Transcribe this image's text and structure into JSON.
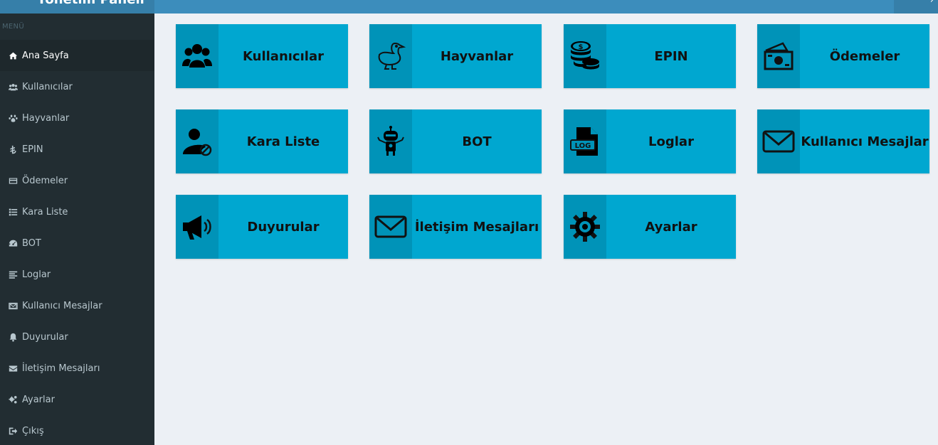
{
  "header": {
    "logo_text": "Yönetim Paneli",
    "toggle_icon": "chevron-right-icon"
  },
  "sidebar": {
    "section_label": "MENÜ",
    "items": [
      {
        "label": "Ana Sayfa",
        "icon": "home-icon",
        "active": true
      },
      {
        "label": "Kullanıcılar",
        "icon": "users-icon"
      },
      {
        "label": "Hayvanlar",
        "icon": "paw-icon"
      },
      {
        "label": "EPIN",
        "icon": "coin-icon"
      },
      {
        "label": "Ödemeler",
        "icon": "credit-card-icon"
      },
      {
        "label": "Kara Liste",
        "icon": "list-icon"
      },
      {
        "label": "BOT",
        "icon": "dashboard-icon"
      },
      {
        "label": "Loglar",
        "icon": "align-left-icon"
      },
      {
        "label": "Kullanıcı Mesajlar",
        "icon": "envelope-outline-icon"
      },
      {
        "label": "Duyurular",
        "icon": "bell-icon"
      },
      {
        "label": "İletişim Mesajları",
        "icon": "envelope-icon"
      },
      {
        "label": "Ayarlar",
        "icon": "gears-icon"
      },
      {
        "label": "Çıkış",
        "icon": "sign-out-icon"
      }
    ]
  },
  "tiles": [
    {
      "label": "Kullanıcılar",
      "icon": "users-group-icon"
    },
    {
      "label": "Hayvanlar",
      "icon": "duck-icon"
    },
    {
      "label": "EPIN",
      "icon": "coin-stack-icon"
    },
    {
      "label": "Ödemeler",
      "icon": "money-icon"
    },
    {
      "label": "Kara Liste",
      "icon": "user-blocked-icon"
    },
    {
      "label": "BOT",
      "icon": "robot-icon"
    },
    {
      "label": "Loglar",
      "icon": "log-file-icon"
    },
    {
      "label": "Kullanıcı Mesajlar",
      "icon": "envelope-outline-icon"
    },
    {
      "label": "Duyurular",
      "icon": "megaphone-icon"
    },
    {
      "label": "İletişim Mesajları",
      "icon": "envelope-outline-icon"
    },
    {
      "label": "Ayarlar",
      "icon": "gear-icon"
    }
  ],
  "colors": {
    "sidebar_bg": "#222d32",
    "header_bg": "#3c8dbc",
    "tile_bg": "#00a7d0",
    "tile_icon_bg": "#0093b8",
    "content_bg": "#ecf0f5"
  }
}
